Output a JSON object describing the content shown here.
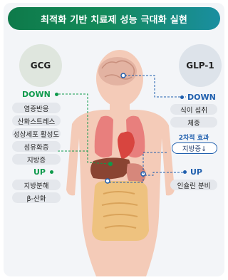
{
  "title": "최적화 기반 치료제 성능 극대화 실현",
  "left": {
    "hormone": "GCG",
    "down": {
      "label": "DOWN",
      "items": [
        "염증반응",
        "산화스트레스",
        "성상세포 활성도",
        "섬유화증",
        "지방증"
      ]
    },
    "up": {
      "label": "UP",
      "items": [
        "지방분해",
        "β-산화"
      ]
    }
  },
  "right": {
    "hormone": "GLP-1",
    "down": {
      "label": "DOWN",
      "items": [
        "식이 섭취",
        "체중"
      ]
    },
    "secondary_label": "2차적 효과",
    "secondary_item": "지방증↓",
    "up": {
      "label": "UP",
      "items": [
        "인슐린 분비"
      ]
    }
  },
  "colors": {
    "banner": "#0e7a4a",
    "green": "#0f9a4c",
    "blue": "#1f5fae",
    "skin": "#f2c3ae"
  }
}
